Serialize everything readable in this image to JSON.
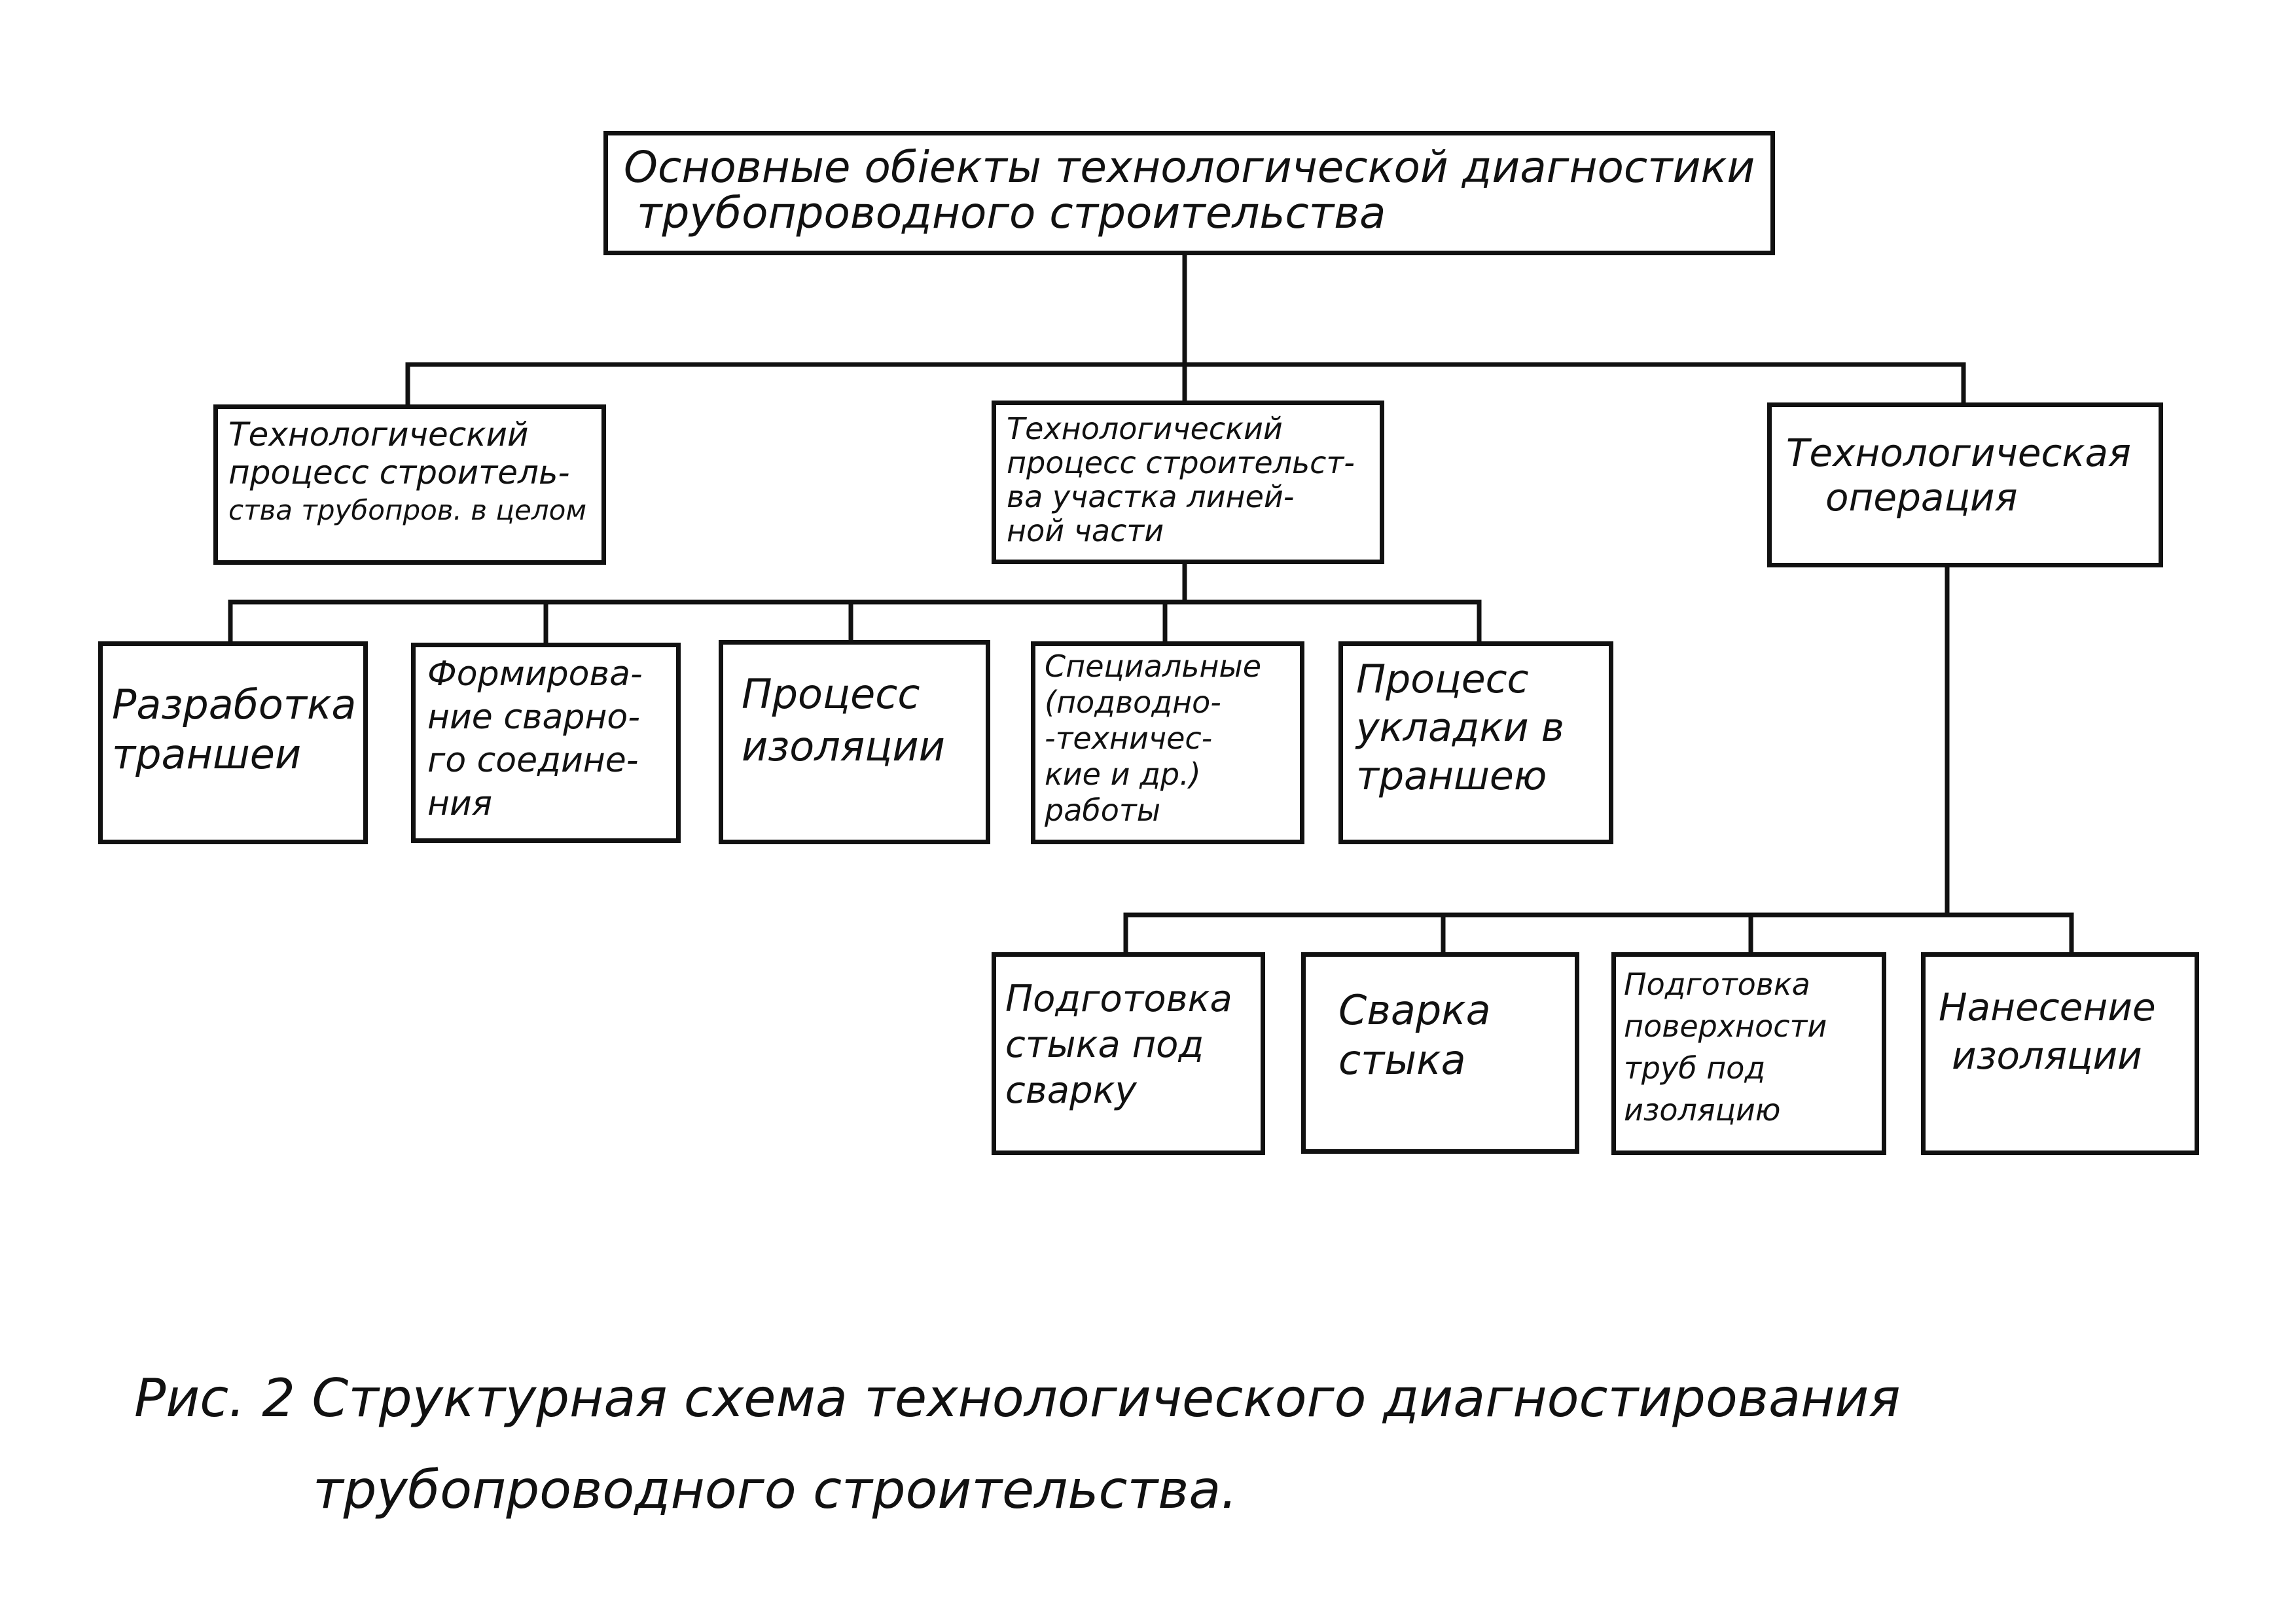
{
  "diagram": {
    "root": {
      "lines": [
        "Основные обiекты технологической диагностики",
        "трубопроводного строительства"
      ]
    },
    "level1": [
      {
        "lines": [
          "Технологический",
          "процесс строитель-",
          "ства трубопров. в целом"
        ]
      },
      {
        "lines": [
          "Технологический",
          "процесс строительст-",
          "ва участка линей-",
          "ной части"
        ]
      },
      {
        "lines": [
          "Технологическая",
          "операция"
        ]
      }
    ],
    "level2_left": [
      {
        "lines": [
          "Разработка",
          "траншеи"
        ]
      },
      {
        "lines": [
          "Формирова-",
          "ние сварно-",
          "го соедине-",
          "ния"
        ]
      },
      {
        "lines": [
          "Процесс",
          "изоляции"
        ]
      },
      {
        "lines": [
          "Специальные",
          "(подводно-",
          "-техничес-",
          "кие и др.)",
          "работы"
        ]
      },
      {
        "lines": [
          "Процесс",
          "укладки в",
          "траншею"
        ]
      }
    ],
    "level2_right": [
      {
        "lines": [
          "Подготовка",
          "стыка под",
          "сварку"
        ]
      },
      {
        "lines": [
          "Сварка",
          "стыка"
        ]
      },
      {
        "lines": [
          "Подготовка",
          "поверхности",
          "труб под",
          "изоляцию"
        ]
      },
      {
        "lines": [
          "Нанесение",
          "изоляции"
        ]
      }
    ]
  },
  "caption": {
    "line1": "Рис. 2  Структурная  схема  технологического  диагностирования",
    "line2": "трубопроводного  строительства."
  }
}
